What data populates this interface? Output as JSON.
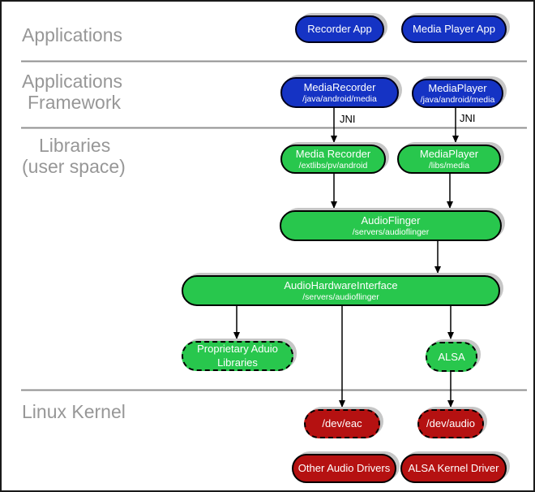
{
  "sections": {
    "applications": {
      "label": "Applications"
    },
    "framework": {
      "line1": "Applications",
      "line2": "Framework"
    },
    "libraries": {
      "line1": "Libraries",
      "line2": "(user space)"
    },
    "kernel": {
      "label": "Linux Kernel"
    }
  },
  "connectors": {
    "jni_left": "JNI",
    "jni_right": "JNI"
  },
  "nodes": {
    "recorder_app": {
      "title": "Recorder App"
    },
    "media_player_app": {
      "title": "Media Player App"
    },
    "media_recorder_fw": {
      "title": "MediaRecorder",
      "subtitle": "/java/android/media"
    },
    "media_player_fw": {
      "title": "MediaPlayer",
      "subtitle": "/java/android/media"
    },
    "media_recorder_lib": {
      "title": "Media Recorder",
      "subtitle": "/extlibs/pv/android"
    },
    "media_player_lib": {
      "title": "MediaPlayer",
      "subtitle": "/libs/media"
    },
    "audio_flinger": {
      "title": "AudioFlinger",
      "subtitle": "/servers/audioflinger"
    },
    "audio_hardware_interface": {
      "title": "AudioHardwareInterface",
      "subtitle": "/servers/audioflinger"
    },
    "proprietary_audio_libraries": {
      "title": "Proprietary Aduio Libraries"
    },
    "alsa": {
      "title": "ALSA"
    },
    "dev_eac": {
      "title": "/dev/eac"
    },
    "dev_audio": {
      "title": "/dev/audio"
    },
    "other_audio_drivers": {
      "title": "Other Audio Drivers"
    },
    "alsa_kernel_driver": {
      "title": "ALSA Kernel Driver"
    }
  },
  "colors": {
    "app_blue": "#1533c4",
    "lib_green": "#28c74d",
    "kernel_red": "#b51111",
    "text_white": "#ffffff",
    "section_gray": "#979797",
    "divider_gray": "#909090",
    "shadow_gray": "#c6c6c6",
    "connector_black": "#000000"
  }
}
